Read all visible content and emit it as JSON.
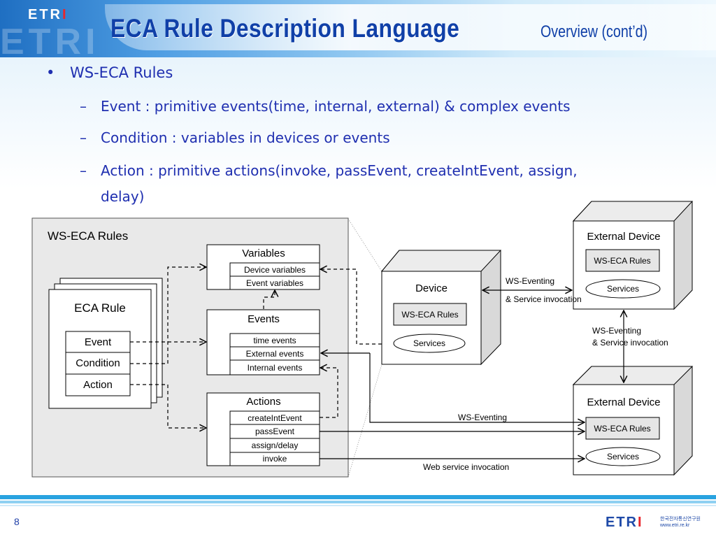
{
  "header": {
    "logo_text": "ETRI",
    "title": "ECA  Rule  Description  Language",
    "subtitle": "Overview  (cont’d)"
  },
  "bullets": {
    "main": "WS-ECA Rules",
    "items": [
      "Event : primitive events(time, internal, external) & complex events",
      "Condition : variables in devices or events",
      "Action : primitive actions(invoke, passEvent, createIntEvent, assign,",
      "delay)"
    ]
  },
  "diagram": {
    "panel_title": "WS-ECA Rules",
    "eca_rule": {
      "title": "ECA Rule",
      "parts": [
        "Event",
        "Condition",
        "Action"
      ]
    },
    "variables": {
      "title": "Variables",
      "items": [
        "Device variables",
        "Event variables"
      ]
    },
    "events": {
      "title": "Events",
      "items": [
        "time events",
        "External events",
        "Internal events"
      ]
    },
    "actions": {
      "title": "Actions",
      "items": [
        "createIntEvent",
        "passEvent",
        "assign/delay",
        "invoke"
      ]
    },
    "device": {
      "title": "Device",
      "rules": "WS-ECA Rules",
      "services": "Services"
    },
    "external_device_top": {
      "title": "External Device",
      "rules": "WS-ECA Rules",
      "services": "Services"
    },
    "external_device_bottom": {
      "title": "External Device",
      "rules": "WS-ECA Rules",
      "services": "Services"
    },
    "links": {
      "device_to_ext_line1": "WS-Eventing",
      "device_to_ext_line2": "& Service invocation",
      "ext_to_ext_line1": "WS-Eventing",
      "ext_to_ext_line2": "& Service invocation",
      "eventing": "WS-Eventing",
      "web_service": "Web service invocation"
    }
  },
  "footer": {
    "page_number": "8",
    "logo_text": "ETRI",
    "org_name": "한국전자통신연구원",
    "url": "www.etri.re.kr"
  },
  "colors": {
    "title_blue": "#1040a8",
    "bullet_blue": "#1f2fb0",
    "footer_band": "#29a3e0",
    "logo_red": "#e8262c"
  }
}
